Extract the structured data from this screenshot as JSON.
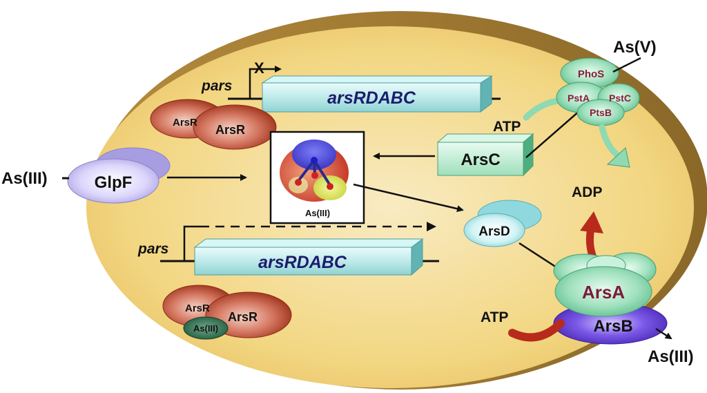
{
  "external": {
    "as3_in": "As(III)",
    "as5_in": "As(V)",
    "as3_out": "As(III)"
  },
  "operon_top": {
    "promoter": "pars",
    "gene": "arsRDABC",
    "block_mark": "X",
    "repressor_1": "ArsR",
    "repressor_2": "ArsR"
  },
  "operon_bottom": {
    "promoter": "pars",
    "gene": "arsRDABC",
    "repressor_1": "ArsR",
    "repressor_2": "ArsR",
    "bound_ligand": "As(III)"
  },
  "proteins": {
    "glpf": "GlpF",
    "arsc": "ArsC",
    "arsd": "ArsD",
    "arsa": "ArsA",
    "arsb": "ArsB",
    "phos": "PhoS",
    "psta": "PstA",
    "pstc": "PstC",
    "ptsb": "PtsB"
  },
  "molecule_label": "As(III)",
  "energy": {
    "atp_pst": "ATP",
    "adp": "ADP",
    "atp_arsa": "ATP"
  },
  "colors": {
    "cell": "#f1d27c",
    "arsr": "#b9452c",
    "glpf": "#c9c2ef",
    "green_protein": "#8fd9b3",
    "arsb": "#5a2fc9",
    "arsd": "#bdeff1",
    "gene_bar": "#7fd2d2",
    "gene_text": "#1c1c6e",
    "red_arrow": "#b82a1c"
  }
}
